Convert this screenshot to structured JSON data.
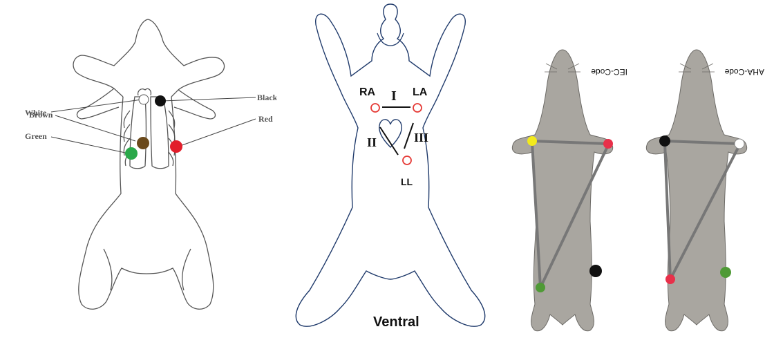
{
  "panel_a": {
    "labels": {
      "white": "White",
      "brown": "Brown",
      "green": "Green",
      "black": "Black",
      "red": "Red"
    },
    "colors": {
      "black": "#111111",
      "brown": "#6b4a1c",
      "green": "#2aa84a",
      "red": "#e21d2a",
      "white": "#ffffff"
    }
  },
  "panel_b": {
    "leads": {
      "lead_i": "I",
      "lead_ii": "II",
      "lead_iii": "III"
    },
    "electrodes": {
      "ra": "RA",
      "la": "LA",
      "ll": "LL"
    },
    "caption": "Ventral",
    "electrode_color": "#e53935",
    "outline_color": "#1f3a6b"
  },
  "panel_c": {
    "iec": {
      "title": "IEC-Code",
      "electrode_colors": {
        "right_arm": "#f2ea1c",
        "left_arm": "#e8304a",
        "left_leg": "#4f9a36",
        "right_leg": "#111111"
      }
    },
    "aha": {
      "title": "AHA-Code",
      "electrode_colors": {
        "right_arm": "#111111",
        "left_arm": "#ffffff",
        "left_leg": "#e8304a",
        "right_leg": "#4f9a36"
      }
    },
    "body_color": "#a9a6a0"
  }
}
